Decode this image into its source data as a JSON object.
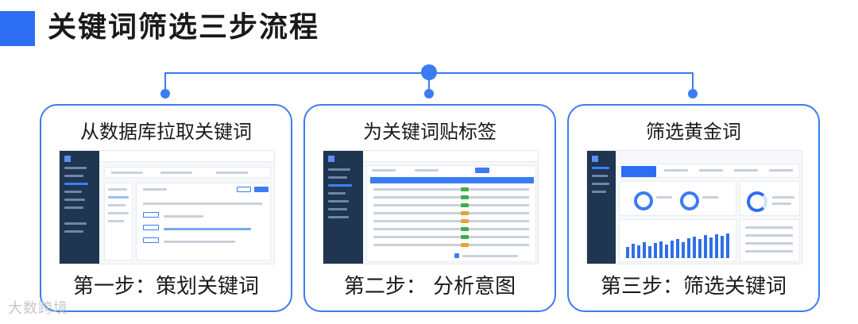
{
  "title": "关键词筛选三步流程",
  "steps": [
    {
      "title": "从数据库拉取关键词",
      "caption": "第一步：策划关键词"
    },
    {
      "title": "为关键词贴标签",
      "caption": "第二步：  分析意图"
    },
    {
      "title": "筛选黄金词",
      "caption": "第三步：筛选关键词"
    }
  ],
  "watermark": "大数跨境",
  "colors": {
    "accent": "#2d6df3",
    "card_border": "#3b7cf2"
  }
}
